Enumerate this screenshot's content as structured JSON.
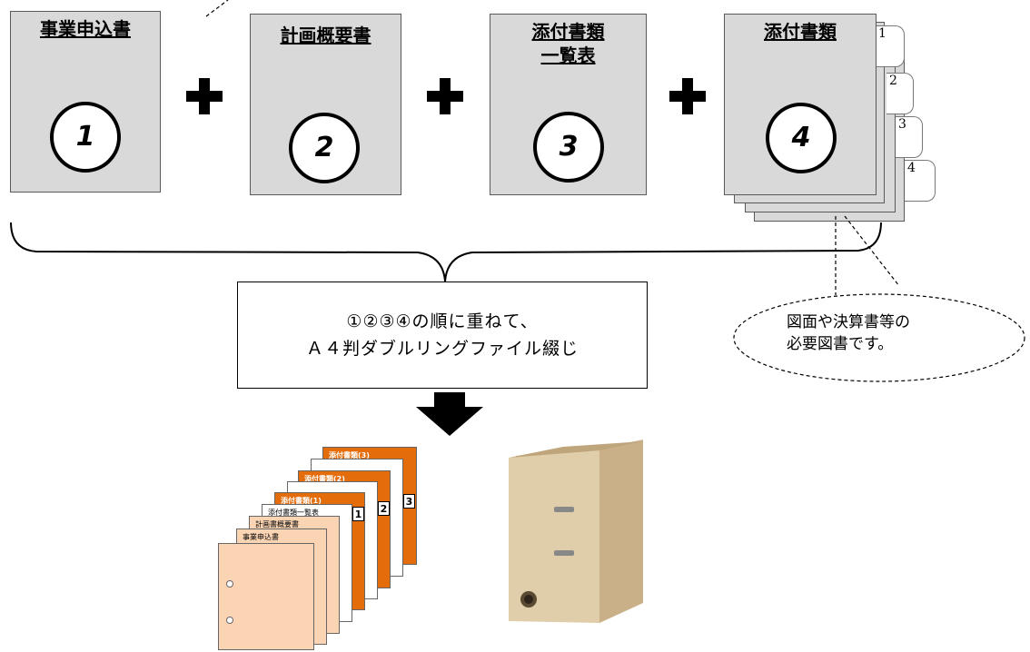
{
  "documents": [
    {
      "title_line1": "事業申込書",
      "title_line2": "",
      "number": "1"
    },
    {
      "title_line1": "計画概要書",
      "title_line2": "",
      "number": "2"
    },
    {
      "title_line1": "添付書類",
      "title_line2": "一覧表",
      "number": "3"
    },
    {
      "title_line1": "添付書類",
      "title_line2": "",
      "number": "4"
    }
  ],
  "side_tabs": [
    "1",
    "2",
    "3",
    "4"
  ],
  "instruction": {
    "line1": "①②③④の順に重ねて、",
    "line2": "Ａ４判ダブルリングファイル綴じ"
  },
  "callout": {
    "line1": "図面や決算書等の",
    "line2": "必要図書です。"
  },
  "stack_labels": {
    "attach3": "添付書類(3)",
    "attach2": "添付書類(2)",
    "attach1": "添付書類(1)",
    "list": "添付書類一覧表",
    "plan": "計画書概要書",
    "app": "事業申込書"
  },
  "stack_tabs": [
    "1",
    "2",
    "3"
  ],
  "colors": {
    "doc_fill": "#d9d9d9",
    "orange": "#e46c0a",
    "peach": "#fbd4b4",
    "binder": "#d8c3a0"
  }
}
